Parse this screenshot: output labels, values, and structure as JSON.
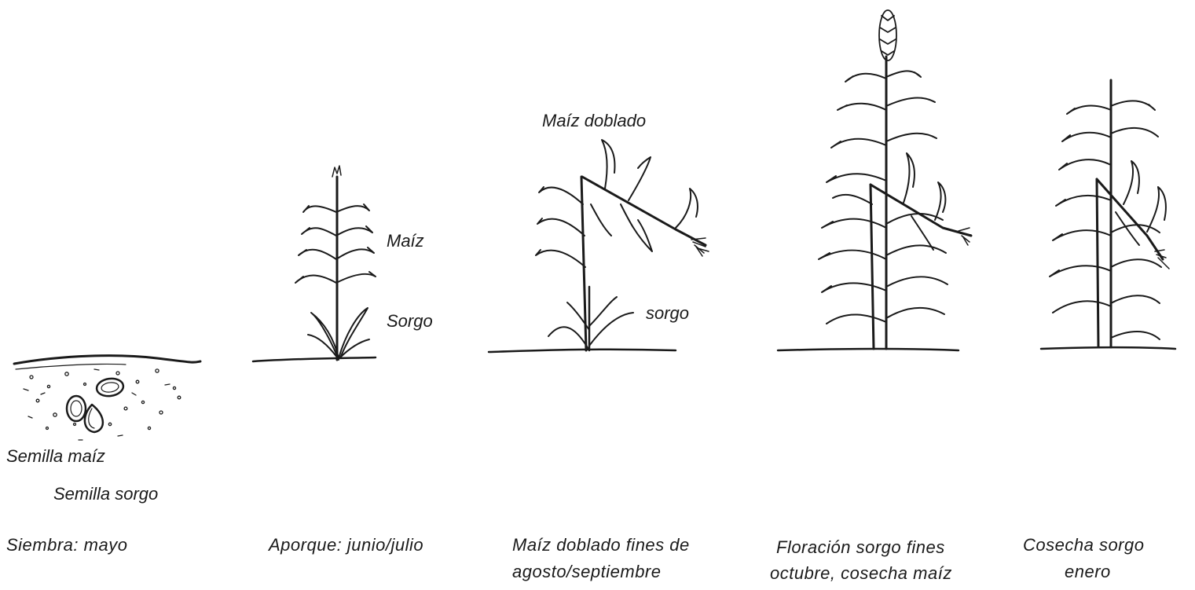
{
  "stages": [
    {
      "caption": "Siembra:  mayo"
    },
    {
      "caption": "Aporque:  junio/julio"
    },
    {
      "caption_line1": "Maíz doblado fines de",
      "caption_line2": "agosto/septiembre"
    },
    {
      "caption_line1": "Floración sorgo fines",
      "caption_line2": "octubre, cosecha maíz"
    },
    {
      "caption_line1": "Cosecha sorgo",
      "caption_line2": "enero"
    }
  ],
  "labels": {
    "semilla_maiz": "Semilla maíz",
    "semilla_sorgo": "Semilla sorgo",
    "maiz": "Maíz",
    "sorgo_cap": "Sorgo",
    "maiz_doblado": "Maíz doblado",
    "sorgo": "sorgo"
  },
  "colors": {
    "ink": "#1a1a1a",
    "background": "#ffffff"
  }
}
